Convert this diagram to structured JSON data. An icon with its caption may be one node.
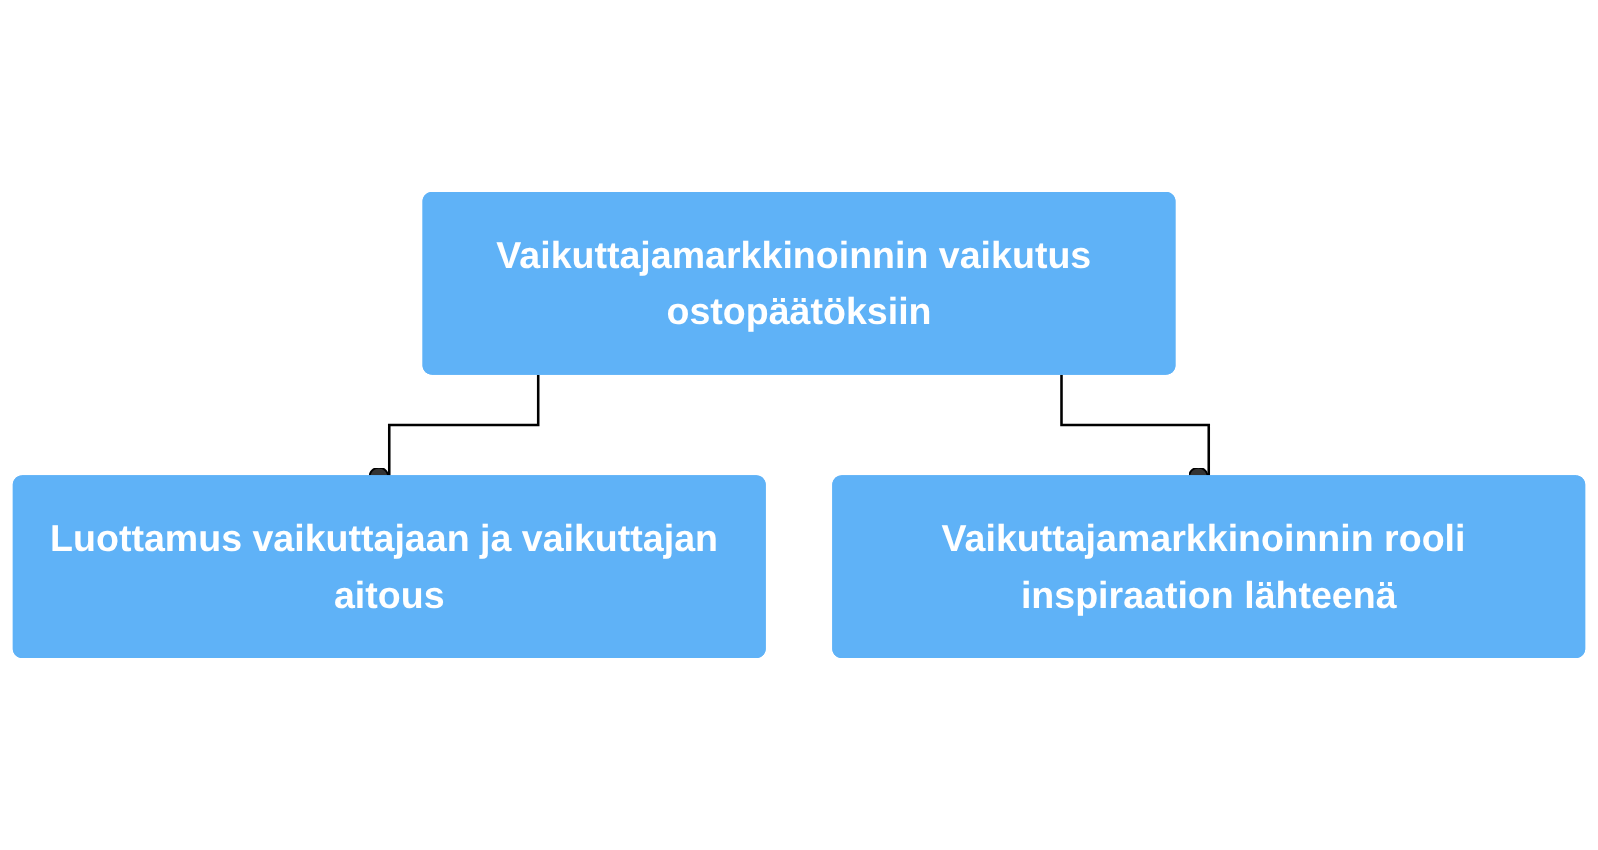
{
  "diagram": {
    "nodes": [
      {
        "text": [
          "Vaikuttajamarkkinoinnin vaikutus ostopäätöksiin"
        ]
      },
      {
        "text": [
          "Luottamus vaikuttajaan ja vaikuttajan aitous"
        ]
      },
      {
        "text": [
          "Vaikuttajamarkkinoinnin rooli inspiraation lähteenä"
        ]
      }
    ],
    "edges": [
      {
        "from": 0,
        "to": 1,
        "arrow": "other"
      },
      {
        "from": 0,
        "to": 2,
        "arrow": "other"
      }
    ]
  }
}
